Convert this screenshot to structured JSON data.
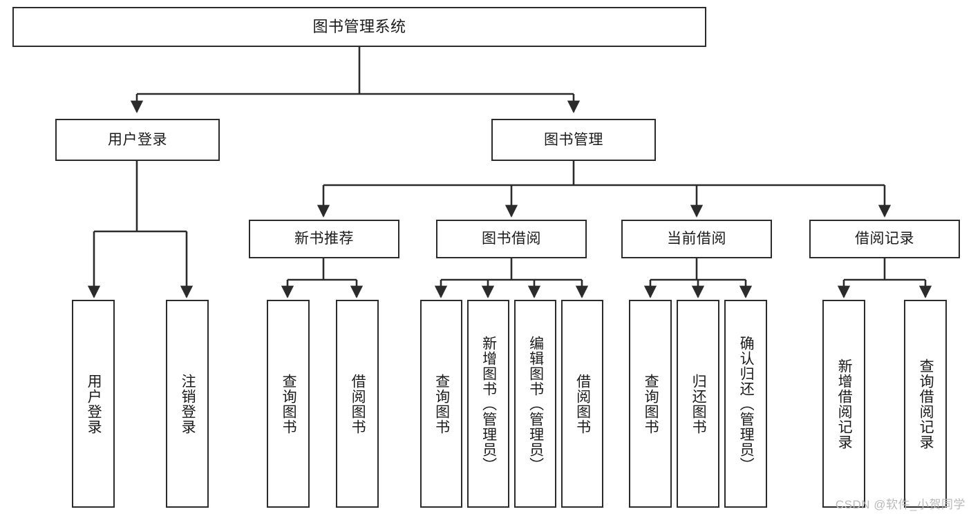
{
  "diagram": {
    "type": "hierarchy-tree",
    "title": "图书管理系统",
    "watermark": "CSDN @软件_小贺同学",
    "colors": {
      "stroke": "#2b2b2b",
      "fill": "#ffffff",
      "text": "#1b1b1b",
      "watermark": "#b9b9b9"
    },
    "nodes": {
      "root": {
        "label": "图书管理系统"
      },
      "level2": [
        {
          "label": "用户登录"
        },
        {
          "label": "图书管理"
        }
      ],
      "level3": [
        {
          "label": "新书推荐"
        },
        {
          "label": "图书借阅"
        },
        {
          "label": "当前借阅"
        },
        {
          "label": "借阅记录"
        }
      ],
      "leaves_user_login": [
        {
          "label": "用户登录"
        },
        {
          "label": "注销登录"
        }
      ],
      "leaves_new_book": [
        {
          "label": "查询图书"
        },
        {
          "label": "借阅图书"
        }
      ],
      "leaves_borrow": [
        {
          "label": "查询图书"
        },
        {
          "label": "新增图书（管理员）"
        },
        {
          "label": "编辑图书（管理员）"
        },
        {
          "label": "借阅图书"
        }
      ],
      "leaves_current": [
        {
          "label": "查询图书"
        },
        {
          "label": "归还图书"
        },
        {
          "label": "确认归还（管理员）"
        }
      ],
      "leaves_records": [
        {
          "label": "新增借阅记录"
        },
        {
          "label": "查询借阅记录"
        }
      ]
    }
  }
}
